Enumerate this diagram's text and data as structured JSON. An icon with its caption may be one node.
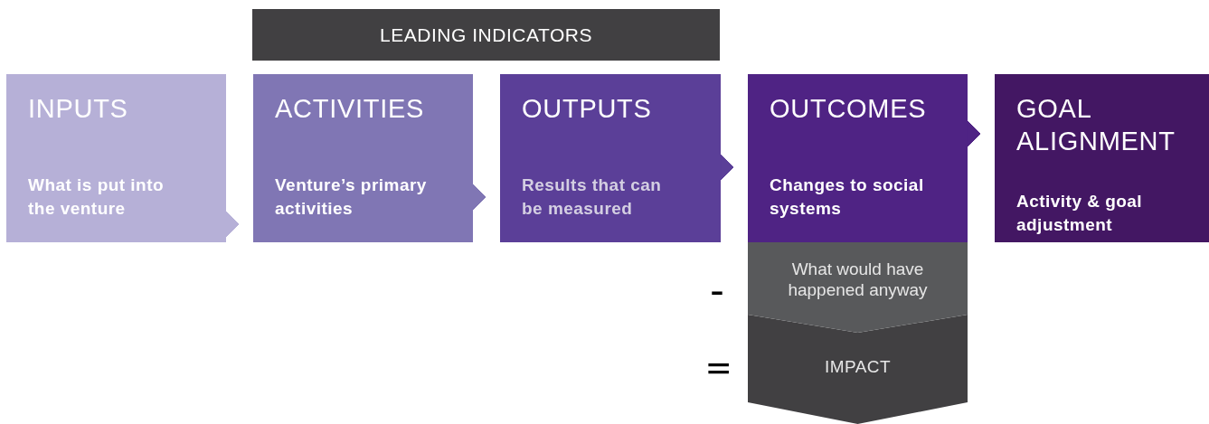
{
  "diagram": {
    "nodes": [
      {
        "text": [
          "LEADING INDICATORS"
        ]
      },
      {
        "text": [
          "INPUTS",
          "What is put into the venture"
        ]
      },
      {
        "text": [
          "ACTIVITIES",
          "Venture’s primary activities"
        ]
      },
      {
        "text": [
          "OUTPUTS",
          "Results that can be measured"
        ]
      },
      {
        "text": [
          "OUTCOMES",
          "Changes to social systems"
        ]
      },
      {
        "text": [
          "GOAL ALIGNMENT",
          "Activity & goal adjustment"
        ]
      },
      {
        "text": [
          "What would have happened anyway"
        ]
      },
      {
        "text": [
          "IMPACT"
        ]
      }
    ],
    "edges": [
      {
        "from": 1,
        "to": 2,
        "arrow": "to"
      },
      {
        "from": 2,
        "to": 3,
        "arrow": "to"
      },
      {
        "from": 3,
        "to": 4,
        "arrow": "to"
      },
      {
        "from": 4,
        "to": 5,
        "arrow": "to"
      }
    ],
    "labels": [
      "-",
      "="
    ]
  }
}
